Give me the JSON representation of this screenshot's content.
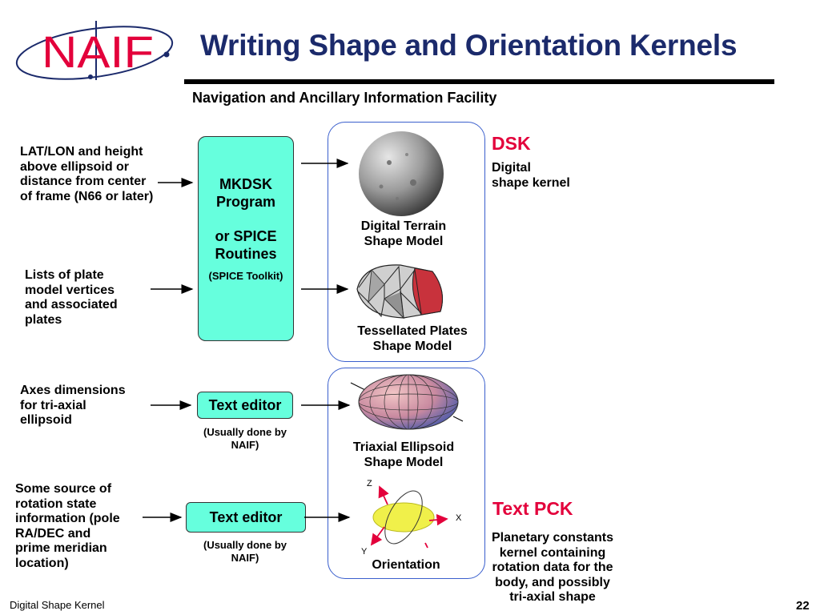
{
  "logo": {
    "text": "NAIF"
  },
  "header": {
    "title": "Writing Shape and Orientation Kernels",
    "subtitle": "Navigation and Ancillary Information Facility"
  },
  "inputs": {
    "latlon": [
      "LAT/LON and height",
      "above ellipsoid or",
      "distance from center",
      "of frame (N66 or later)"
    ],
    "plates": [
      "Lists of plate",
      "model vertices",
      "and associated",
      "plates"
    ],
    "axes": [
      "Axes dimensions",
      "for tri-axial",
      "ellipsoid"
    ],
    "rotation": [
      "Some source of",
      "rotation state",
      "information (pole",
      "RA/DEC and",
      "prime meridian",
      "location)"
    ]
  },
  "tools": {
    "mkdsk_line1": "MKDSK",
    "mkdsk_line2": "Program",
    "spice_line1": "or SPICE",
    "spice_line2": "Routines",
    "toolkit": "(SPICE Toolkit)",
    "editor1": "Text editor",
    "editor1_note": [
      "(Usually done by",
      "NAIF)"
    ],
    "editor2": "Text editor",
    "editor2_note": [
      "(Usually done by",
      "NAIF)"
    ]
  },
  "models": {
    "terrain": [
      "Digital Terrain",
      "Shape Model"
    ],
    "plates": [
      "Tessellated Plates",
      "Shape Model"
    ],
    "ellipsoid": [
      "Triaxial Ellipsoid",
      "Shape Model"
    ],
    "orientation": "Orientation",
    "axis_z": "Z",
    "axis_x": "X",
    "axis_y": "Y"
  },
  "outputs": {
    "dsk_title": "DSK",
    "dsk_desc": [
      "Digital",
      "shape kernel"
    ],
    "pck_title": "Text PCK",
    "pck_desc": [
      "Planetary constants",
      "kernel containing",
      "rotation data for the",
      "body, and possibly",
      "tri-axial shape"
    ]
  },
  "footer": {
    "label": "Digital Shape Kernel",
    "page": "22"
  },
  "colors": {
    "title": "#1b2a6b",
    "accent_red": "#e3003b",
    "tool_box": "#66ffdd",
    "panel_border": "#3a5fcd"
  }
}
